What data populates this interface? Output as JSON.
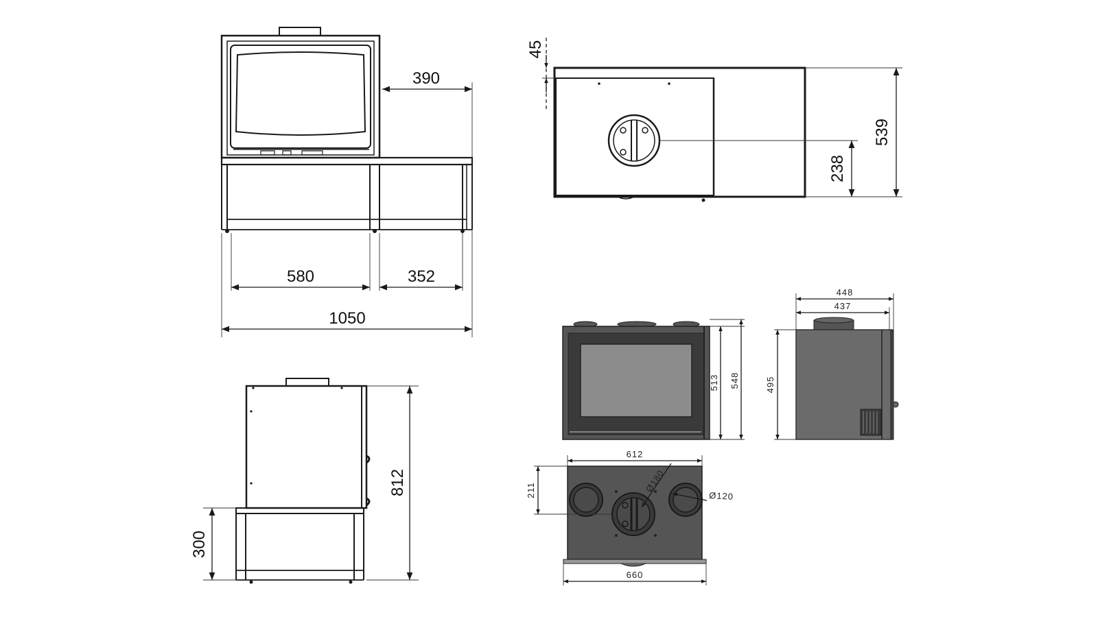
{
  "front_view": {
    "dim_width": "1050",
    "dim_left_section": "580",
    "dim_right_section": "352",
    "dim_bench_overhang": "390"
  },
  "top_view": {
    "dim_depth": "539",
    "dim_flue_offset": "238",
    "dim_top_gap": "45"
  },
  "side_view": {
    "dim_height": "812",
    "dim_bench_height": "300"
  },
  "insert_front": {
    "dim_height_outer": "548",
    "dim_height_inner": "513"
  },
  "insert_side": {
    "dim_depth_outer": "448",
    "dim_depth_inner": "437",
    "dim_height": "495"
  },
  "insert_top": {
    "dim_width_top": "612",
    "dim_width_bottom": "660",
    "dim_flue_depth": "211",
    "dia_main_flue": "Ø180",
    "dia_side_flue": "Ø120"
  }
}
